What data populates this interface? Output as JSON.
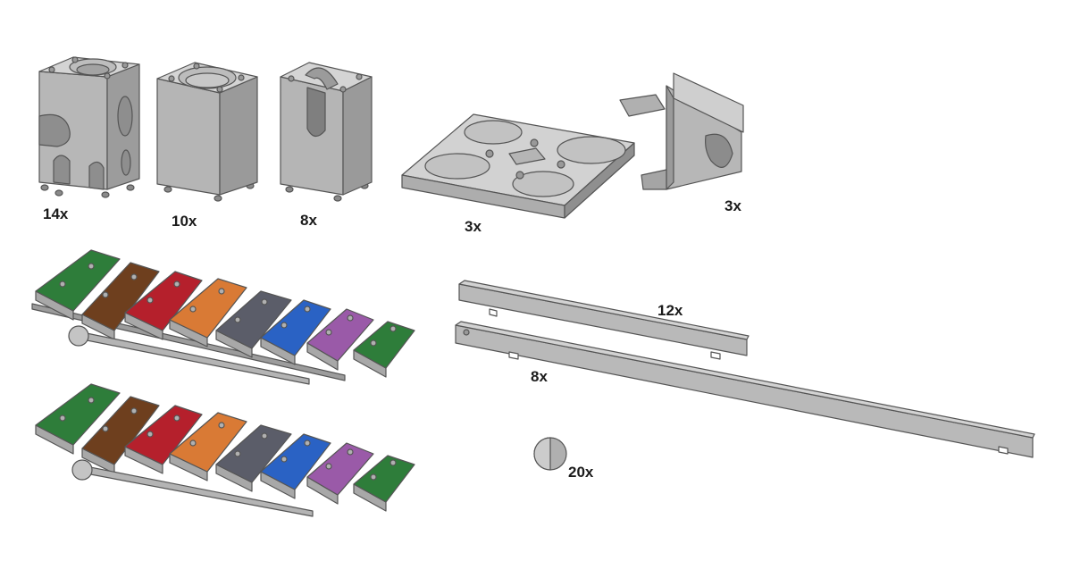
{
  "parts": [
    {
      "id": "crossing-block",
      "quantity": "14x"
    },
    {
      "id": "cup-block",
      "quantity": "10x"
    },
    {
      "id": "slot-block",
      "quantity": "8x"
    },
    {
      "id": "base-plate",
      "quantity": "3x"
    },
    {
      "id": "bracket",
      "quantity": "3x"
    },
    {
      "id": "short-rail",
      "quantity": "12x"
    },
    {
      "id": "long-rail",
      "quantity": "8x"
    },
    {
      "id": "ball",
      "quantity": "20x"
    }
  ],
  "xylophone": {
    "bar_colors": [
      "#2e7d3a",
      "#6e3f1e",
      "#b5202c",
      "#d97a35",
      "#5b5d69",
      "#2a62c4",
      "#9a5aa8",
      "#2e7d3a"
    ],
    "count": 2
  },
  "colors": {
    "part_face": "#a9a9a9",
    "part_top": "#cfcfcf",
    "part_dark": "#7d7d7d",
    "outline": "#555555"
  }
}
